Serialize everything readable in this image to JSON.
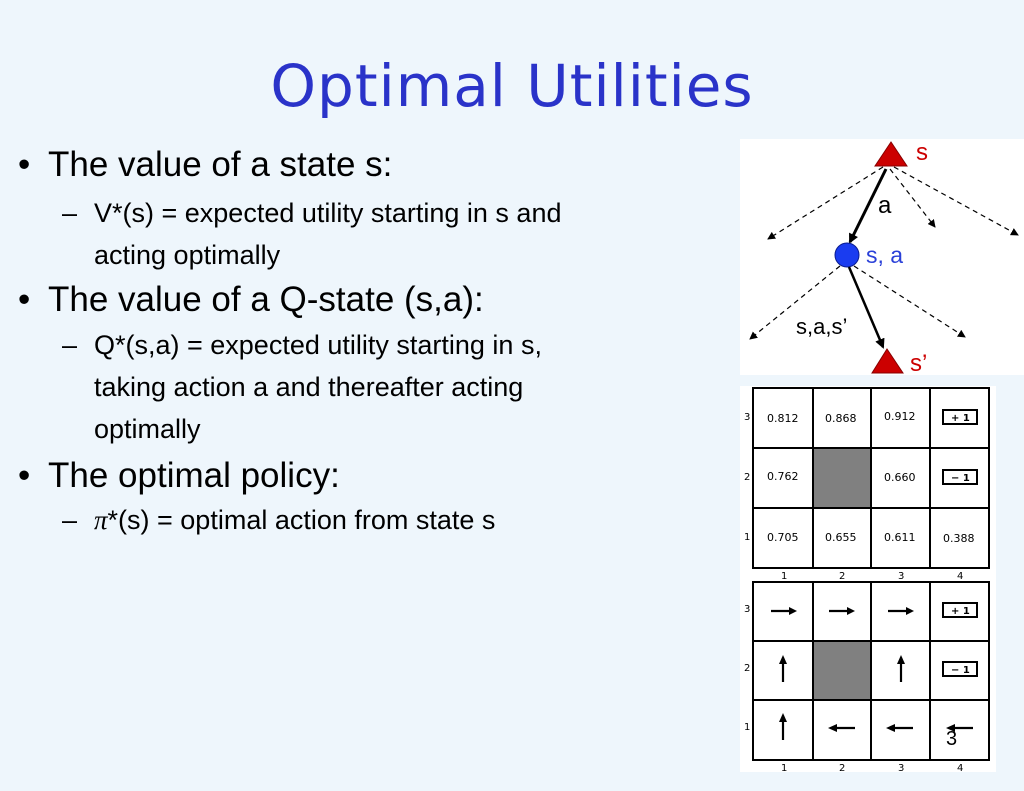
{
  "slide": {
    "title": "Optimal Utilities",
    "page_number": "3",
    "bullets": [
      {
        "text": "The value of a state s:",
        "sub": [
          "V*(s) = expected utility starting in s and",
          "acting optimally"
        ]
      },
      {
        "text": "The value of a Q-state (s,a):",
        "sub": [
          "Q*(s,a) = expected utility starting in s,",
          "taking action a and thereafter acting",
          "optimally"
        ]
      },
      {
        "text": "The optimal policy:",
        "sub_symbol": "π",
        "sub_rest": "*(s) = optimal action from state s"
      }
    ]
  },
  "tree_diagram": {
    "labels": {
      "state": "s",
      "action": "a",
      "qstate": "s, a",
      "transition": "s,a,s’",
      "next_state": "s’"
    },
    "colors": {
      "state": "#cc0000",
      "qstate": "#1a3cf0",
      "qstate_label": "#2a40d8"
    }
  },
  "utility_grid": {
    "rows": [
      {
        "row_label": "3",
        "cells": [
          "0.812",
          "0.868",
          "0.912",
          "+ 1"
        ]
      },
      {
        "row_label": "2",
        "cells": [
          "0.762",
          "",
          "0.660",
          "− 1"
        ]
      },
      {
        "row_label": "1",
        "cells": [
          "0.705",
          "0.655",
          "0.611",
          "0.388"
        ]
      }
    ],
    "col_labels": [
      "1",
      "2",
      "3",
      "4"
    ]
  },
  "policy_grid": {
    "rows": [
      {
        "row_label": "3",
        "cells": [
          "right-arrow",
          "right-arrow",
          "right-arrow",
          "+ 1"
        ]
      },
      {
        "row_label": "2",
        "cells": [
          "up-arrow",
          "",
          "up-arrow",
          "− 1"
        ]
      },
      {
        "row_label": "1",
        "cells": [
          "up-arrow",
          "left-arrow",
          "left-arrow",
          "left-arrow"
        ]
      }
    ],
    "col_labels": [
      "1",
      "2",
      "3",
      "4"
    ]
  }
}
